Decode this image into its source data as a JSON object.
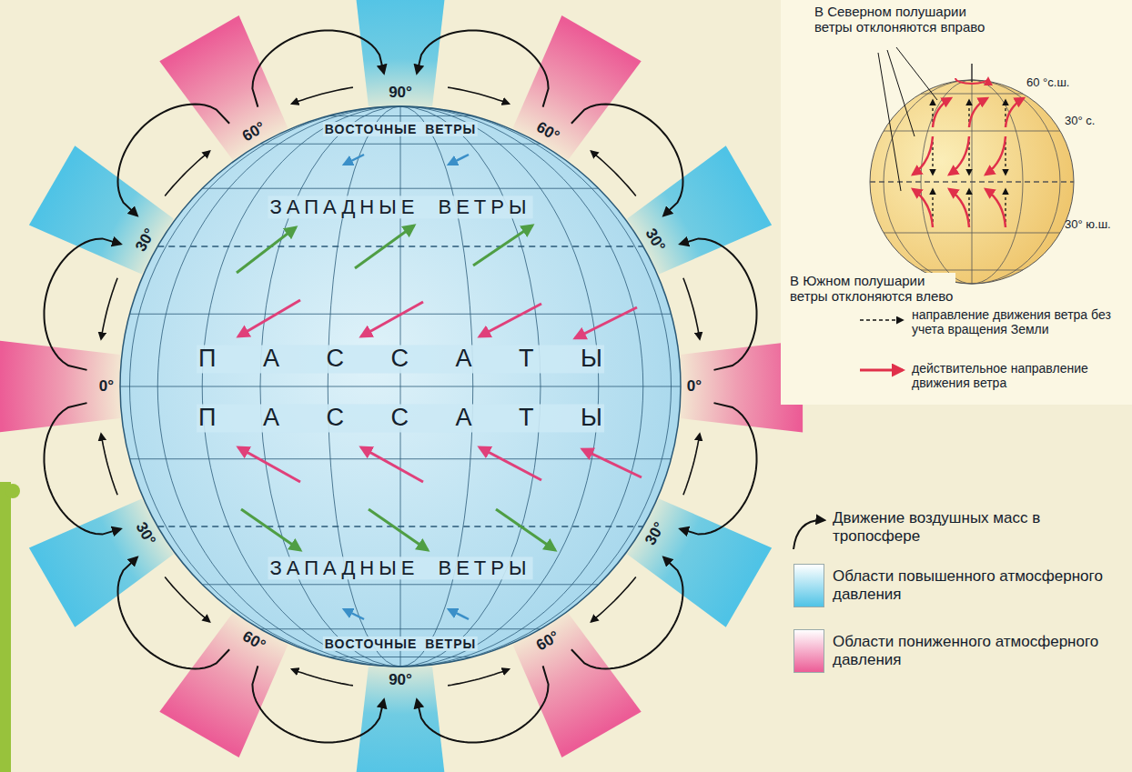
{
  "diagram": {
    "labels": [
      "90°",
      "ВОСТОЧНЫЕ ВЕТРЫ",
      "60°",
      "60°",
      "ЗАПАДНЫЕ ВЕТРЫ",
      "30°",
      "30°",
      "П А С С А Т Ы",
      "0°",
      "0°",
      "П А С С А Т Ы",
      "30°",
      "30°",
      "ЗАПАДНЫЕ ВЕТРЫ",
      "ВОСТОЧНЫЕ ВЕТРЫ",
      "60°",
      "60°",
      "90°",
      "В Северном полушарии ветры отклоняются вправо",
      "60 °с.ш.",
      "30° с.",
      "30° ю.ш.",
      "В Южном полушарии ветры отклоняются влево"
    ],
    "legend": [
      {
        "text": "направление движения ветра без учета вращения Земли"
      },
      {
        "text": "действительное направление движения ветра"
      },
      {
        "text": "Движение воздушных масс в тропосфере"
      },
      {
        "text": "Области повышенного атмосферного давления",
        "color": "#4fc3e6"
      },
      {
        "text": "Области пониженного атмосферного давления",
        "color": "#ec5c96"
      }
    ]
  }
}
